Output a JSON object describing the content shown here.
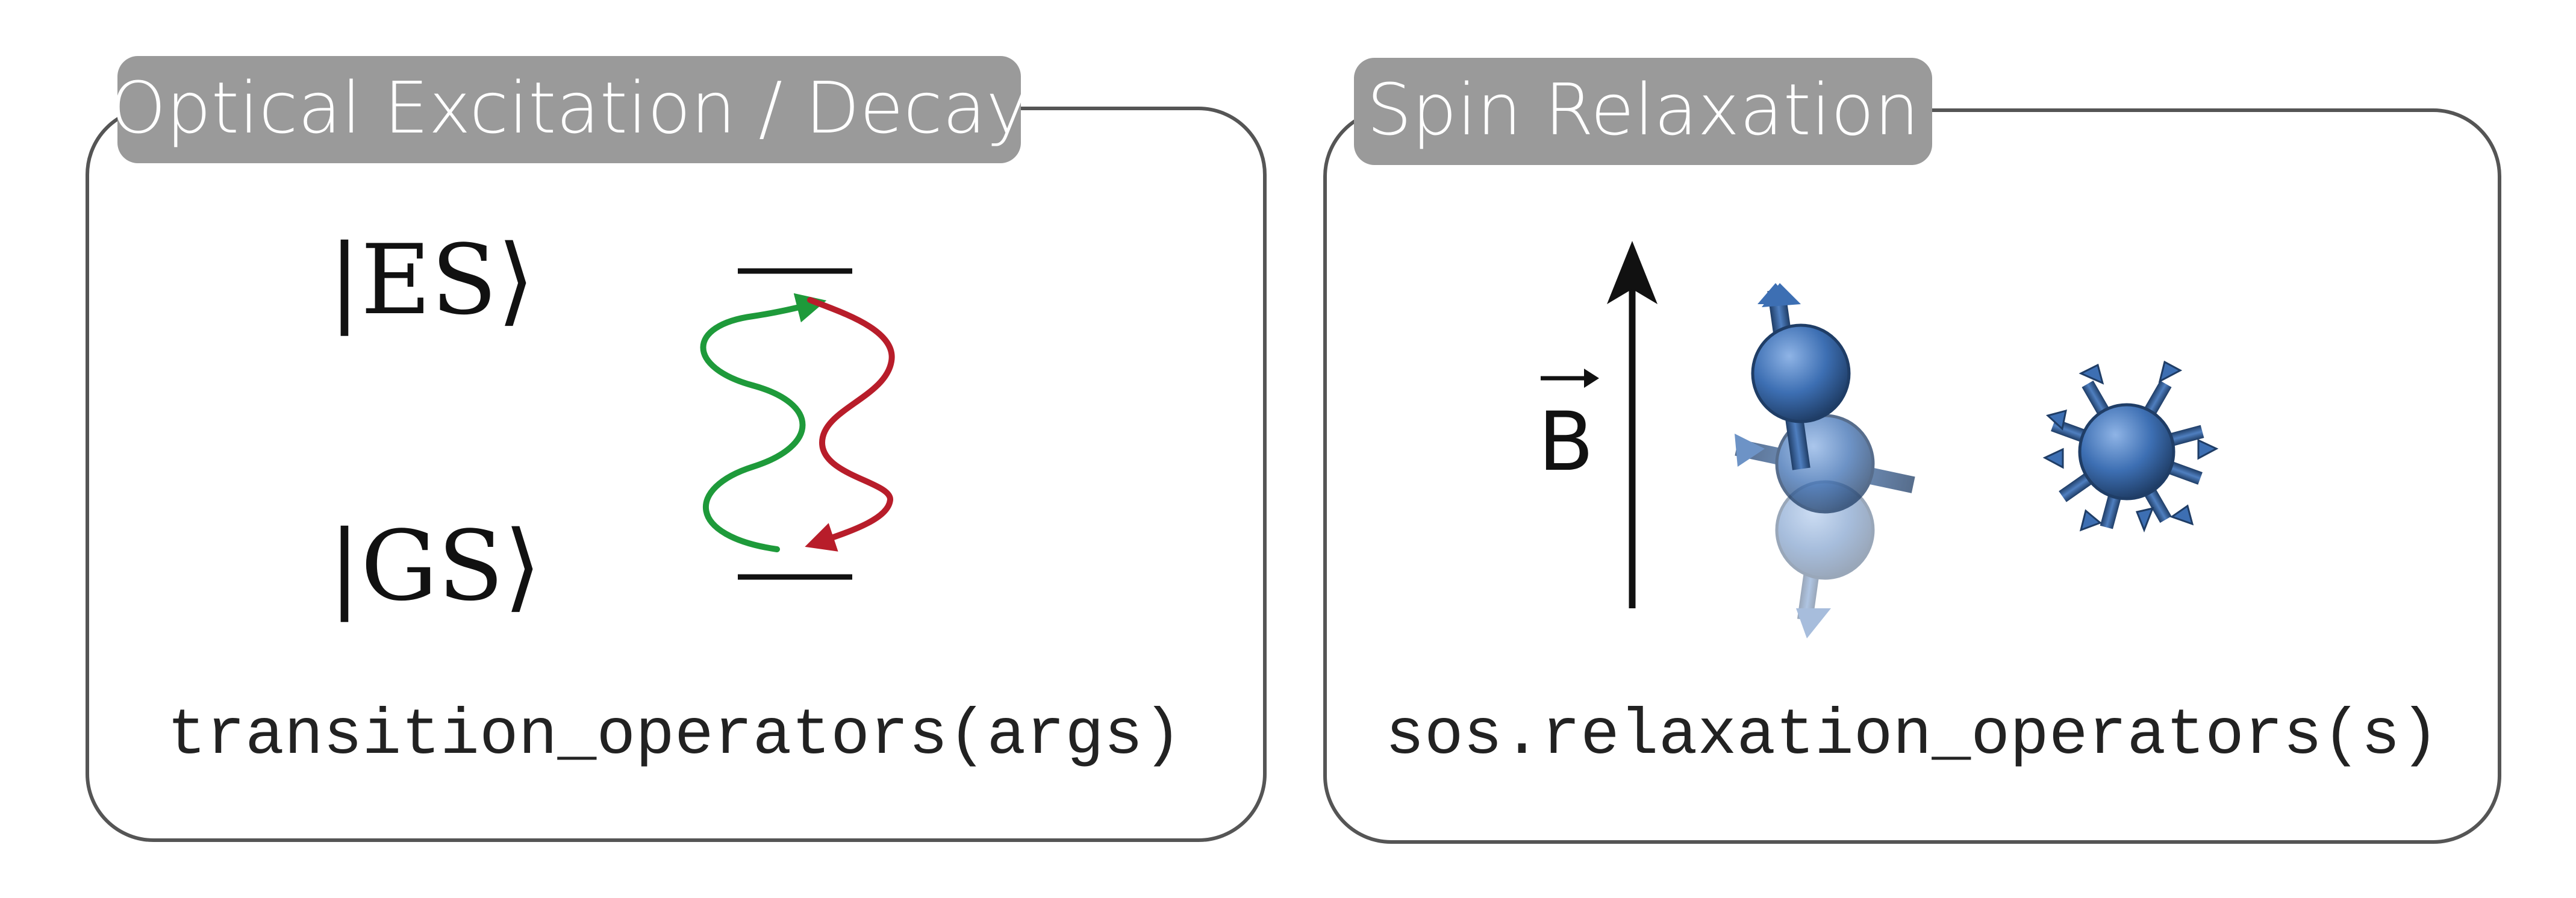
{
  "panels": [
    {
      "tab_title": "Optical Excitation / Decay",
      "ket_excited": "|ES⟩",
      "ket_ground": "|GS⟩",
      "code": "transition_operators(args)"
    },
    {
      "tab_title": "Spin Relaxation",
      "field_label": "B",
      "code": "sos.relaxation_operators(s)"
    }
  ],
  "colors": {
    "panel_border": "#555555",
    "tab_fill": "#9a9a9a",
    "excitation_wave": "#1e9a3a",
    "decay_wave": "#b81d2a",
    "spin_blue": "#3d6fb3",
    "spin_dark": "#1f3d66"
  }
}
